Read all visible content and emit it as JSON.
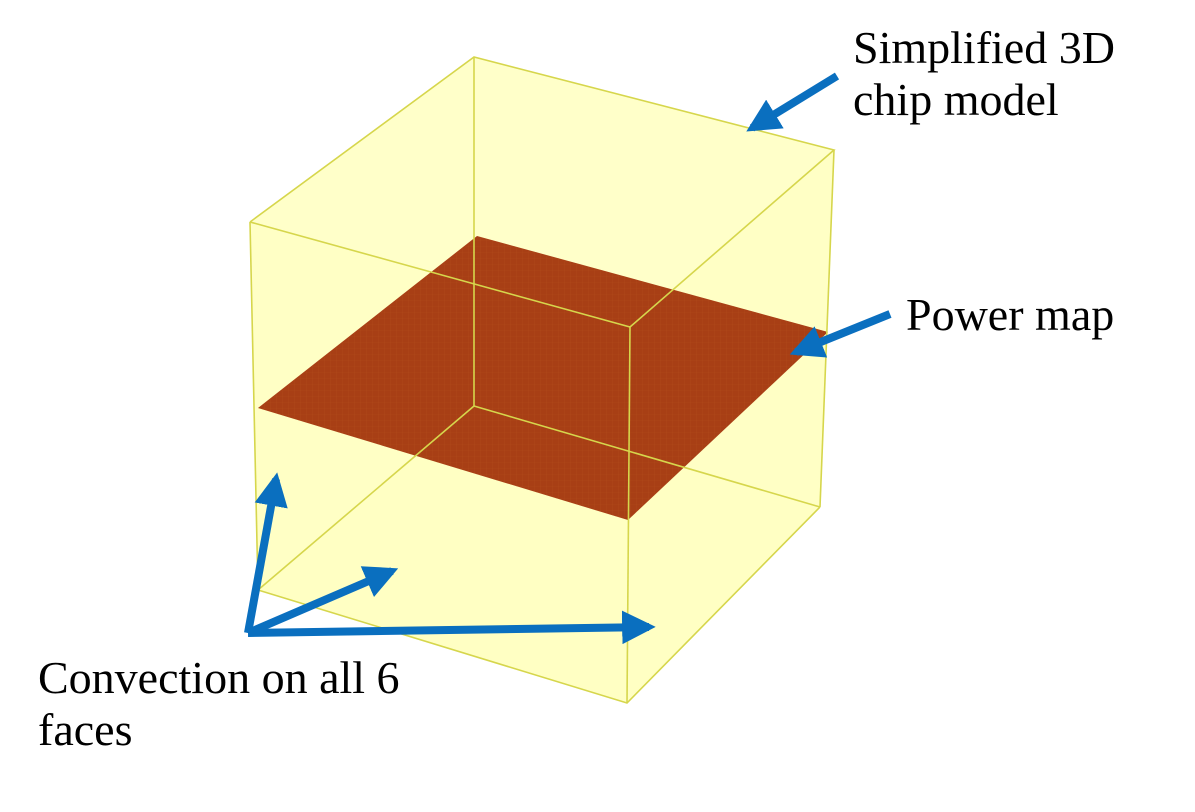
{
  "labels": {
    "chip_model_line1": "Simplified 3D",
    "chip_model_line2": "chip model",
    "power_map": "Power map",
    "convection_line1": "Convection on all 6",
    "convection_line2": "faces"
  },
  "colors": {
    "cube_face": "#ffffc4",
    "cube_edge": "#d8d84a",
    "power_map": "#a83f15",
    "power_map_grid": "#b5501f",
    "arrow": "#0a6fbf"
  }
}
